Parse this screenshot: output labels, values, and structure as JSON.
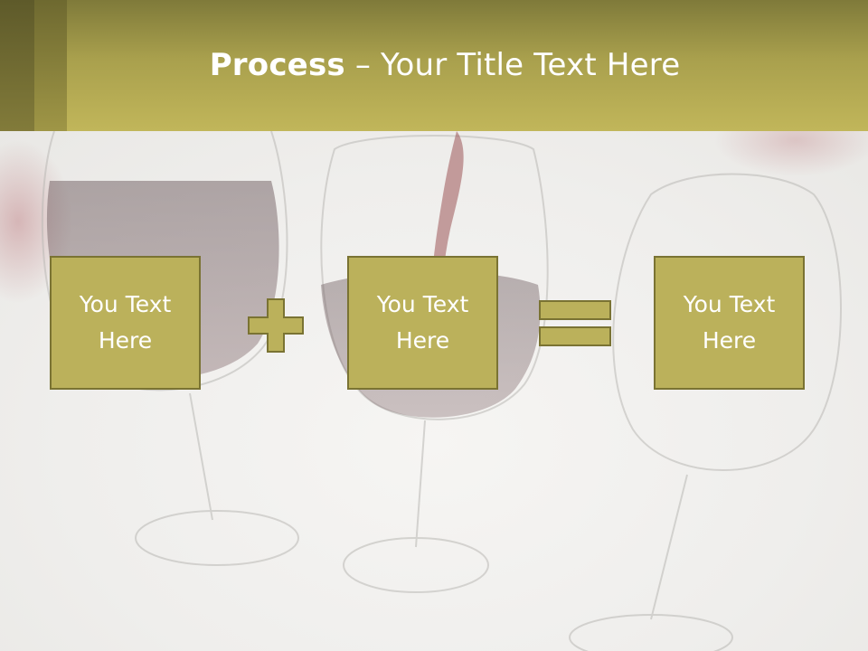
{
  "slide": {
    "title_bold": "Process",
    "title_rest": " – Your Title Text Here"
  },
  "process": {
    "steps": [
      {
        "label": "You Text Here"
      },
      {
        "label": "You Text Here"
      },
      {
        "label": "You Text Here"
      }
    ],
    "operators": [
      "plus-icon",
      "equals-icon"
    ]
  },
  "colors": {
    "header": "#b7ad57",
    "box_fill": "#bbb15b",
    "box_border": "#7a7333",
    "text": "#ffffff"
  }
}
